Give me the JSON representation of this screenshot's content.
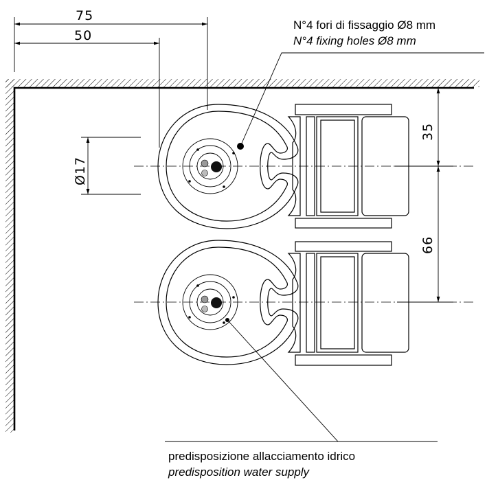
{
  "dimensions": {
    "width_75": "75",
    "width_50": "50",
    "diameter": "Ø17",
    "height_35": "35",
    "height_66": "66"
  },
  "notes": {
    "fixing_holes_it": "N°4 fori di fissaggio Ø8 mm",
    "fixing_holes_en": "N°4 fixing holes Ø8 mm",
    "water_supply_it": "predisposizione allacciamento idrico",
    "water_supply_en": "predisposition water supply"
  }
}
